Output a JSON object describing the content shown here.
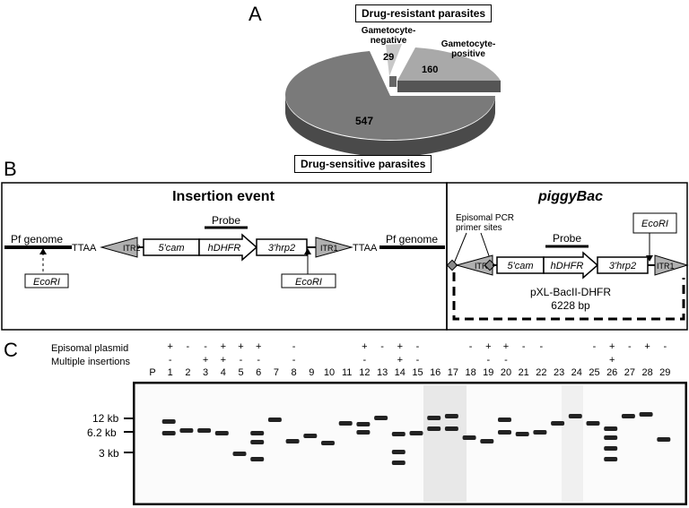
{
  "panelA": {
    "letter": "A",
    "title_top": "Drug-resistant parasites",
    "title_bottom": "Drug-sensitive parasites",
    "chart_data": {
      "type": "pie",
      "categories": [
        "Drug-sensitive parasites",
        "Gametocyte-negative",
        "Gametocyte-positive"
      ],
      "values": [
        547,
        29,
        160
      ],
      "labels": [
        "547",
        "29",
        "160"
      ],
      "slice_labels": [
        "",
        "Gametocyte-negative",
        "Gametocyte-positive"
      ],
      "colors": [
        "#7a7a7a",
        "#c8c8c8",
        "#a9a9a9"
      ]
    },
    "neg_label": "Gametocyte-\nnegative",
    "pos_label": "Gametocyte-\npositive"
  },
  "panelB": {
    "letter": "B",
    "left_title": "Insertion event",
    "right_title": "piggyBac",
    "pf_genome": "Pf genome",
    "ttaa": "TTAA",
    "itr2": "ITR2",
    "itr1": "ITR1",
    "cam": "5'cam",
    "hdhfr": "hDHFR",
    "hrp2": "3'hrp2",
    "probe": "Probe",
    "ecori": "EcoRI",
    "episomal_pcr": "Episomal PCR\nprimer sites",
    "plasmid_name": "pXL-BacII-DHFR",
    "plasmid_size": "6228 bp"
  },
  "panelC": {
    "letter": "C",
    "episomal_label": "Episomal plasmid",
    "multiple_label": "Multiple insertions",
    "lanes": [
      "P",
      "1",
      "2",
      "3",
      "4",
      "5",
      "6",
      "7",
      "8",
      "9",
      "10",
      "11",
      "12",
      "13",
      "14",
      "15",
      "16",
      "17",
      "18",
      "19",
      "20",
      "21",
      "22",
      "23",
      "24",
      "25",
      "26",
      "27",
      "28",
      "29"
    ],
    "episomal": [
      "",
      "+",
      "-",
      "-",
      "+",
      "+",
      "+",
      "",
      "-",
      "",
      "",
      "",
      "+",
      "-",
      "+",
      "-",
      "",
      "",
      "-",
      "+",
      "+",
      "-",
      "-",
      "",
      "",
      "-",
      "+",
      "-",
      "+",
      "-"
    ],
    "multiple": [
      "",
      "-",
      "",
      "+",
      "+",
      "-",
      "-",
      "",
      "-",
      "",
      "",
      "",
      "-",
      "",
      "+",
      "-",
      "",
      "",
      "",
      "-",
      "-",
      "",
      "",
      "",
      "",
      "",
      "+",
      "",
      "",
      ""
    ],
    "size_markers": [
      "12 kb",
      "6.2 kb",
      "3 kb"
    ]
  }
}
